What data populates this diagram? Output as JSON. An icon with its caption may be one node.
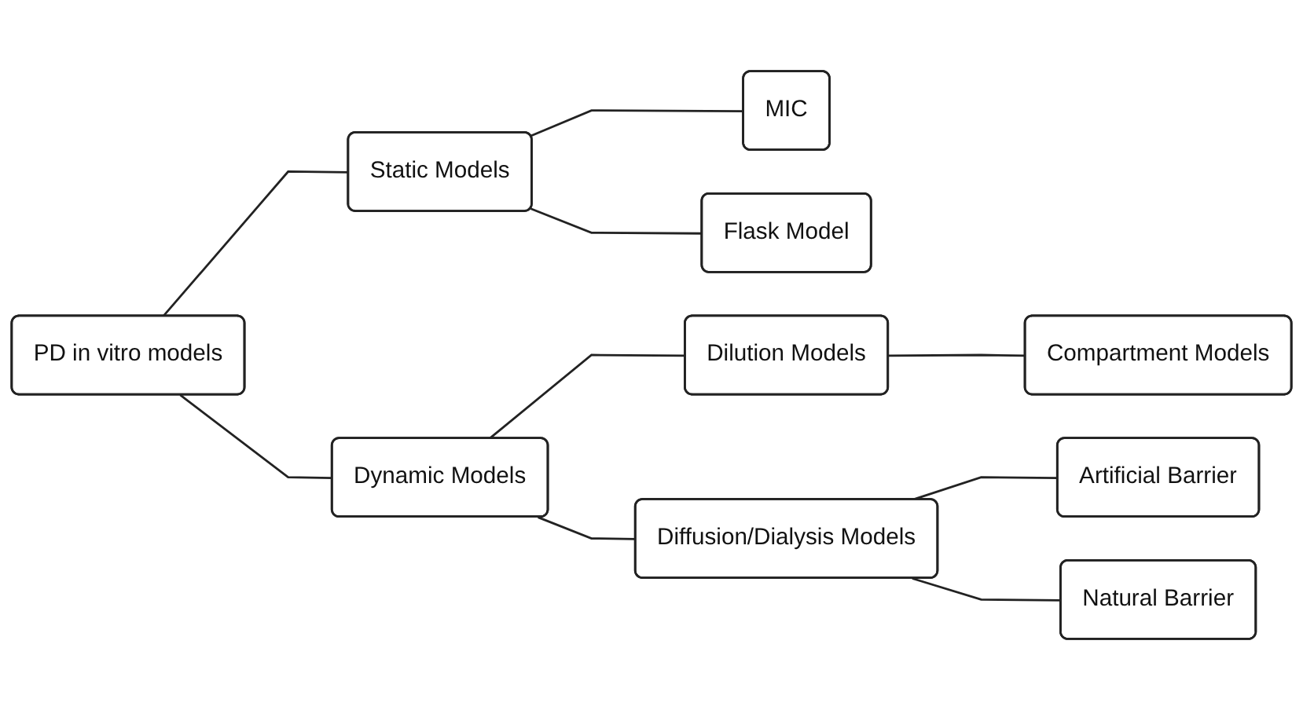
{
  "diagram": {
    "nodes": [
      {
        "text": [
          "PD in vitro models"
        ]
      },
      {
        "text": [
          "Static Models"
        ]
      },
      {
        "text": [
          "MIC"
        ]
      },
      {
        "text": [
          "Flask Model"
        ]
      },
      {
        "text": [
          "Dynamic Models"
        ]
      },
      {
        "text": [
          "Dilution Models"
        ]
      },
      {
        "text": [
          "Compartment Models"
        ]
      },
      {
        "text": [
          "Diffusion/Dialysis Models"
        ]
      },
      {
        "text": [
          "Artificial Barrier"
        ]
      },
      {
        "text": [
          "Natural Barrier"
        ]
      }
    ],
    "edges": [
      {
        "from": 0,
        "to": 1,
        "arrow": "none"
      },
      {
        "from": 0,
        "to": 4,
        "arrow": "none"
      },
      {
        "from": 1,
        "to": 2,
        "arrow": "none"
      },
      {
        "from": 1,
        "to": 3,
        "arrow": "none"
      },
      {
        "from": 4,
        "to": 5,
        "arrow": "none"
      },
      {
        "from": 4,
        "to": 7,
        "arrow": "none"
      },
      {
        "from": 5,
        "to": 6,
        "arrow": "none"
      },
      {
        "from": 7,
        "to": 8,
        "arrow": "none"
      },
      {
        "from": 7,
        "to": 9,
        "arrow": "none"
      }
    ]
  }
}
